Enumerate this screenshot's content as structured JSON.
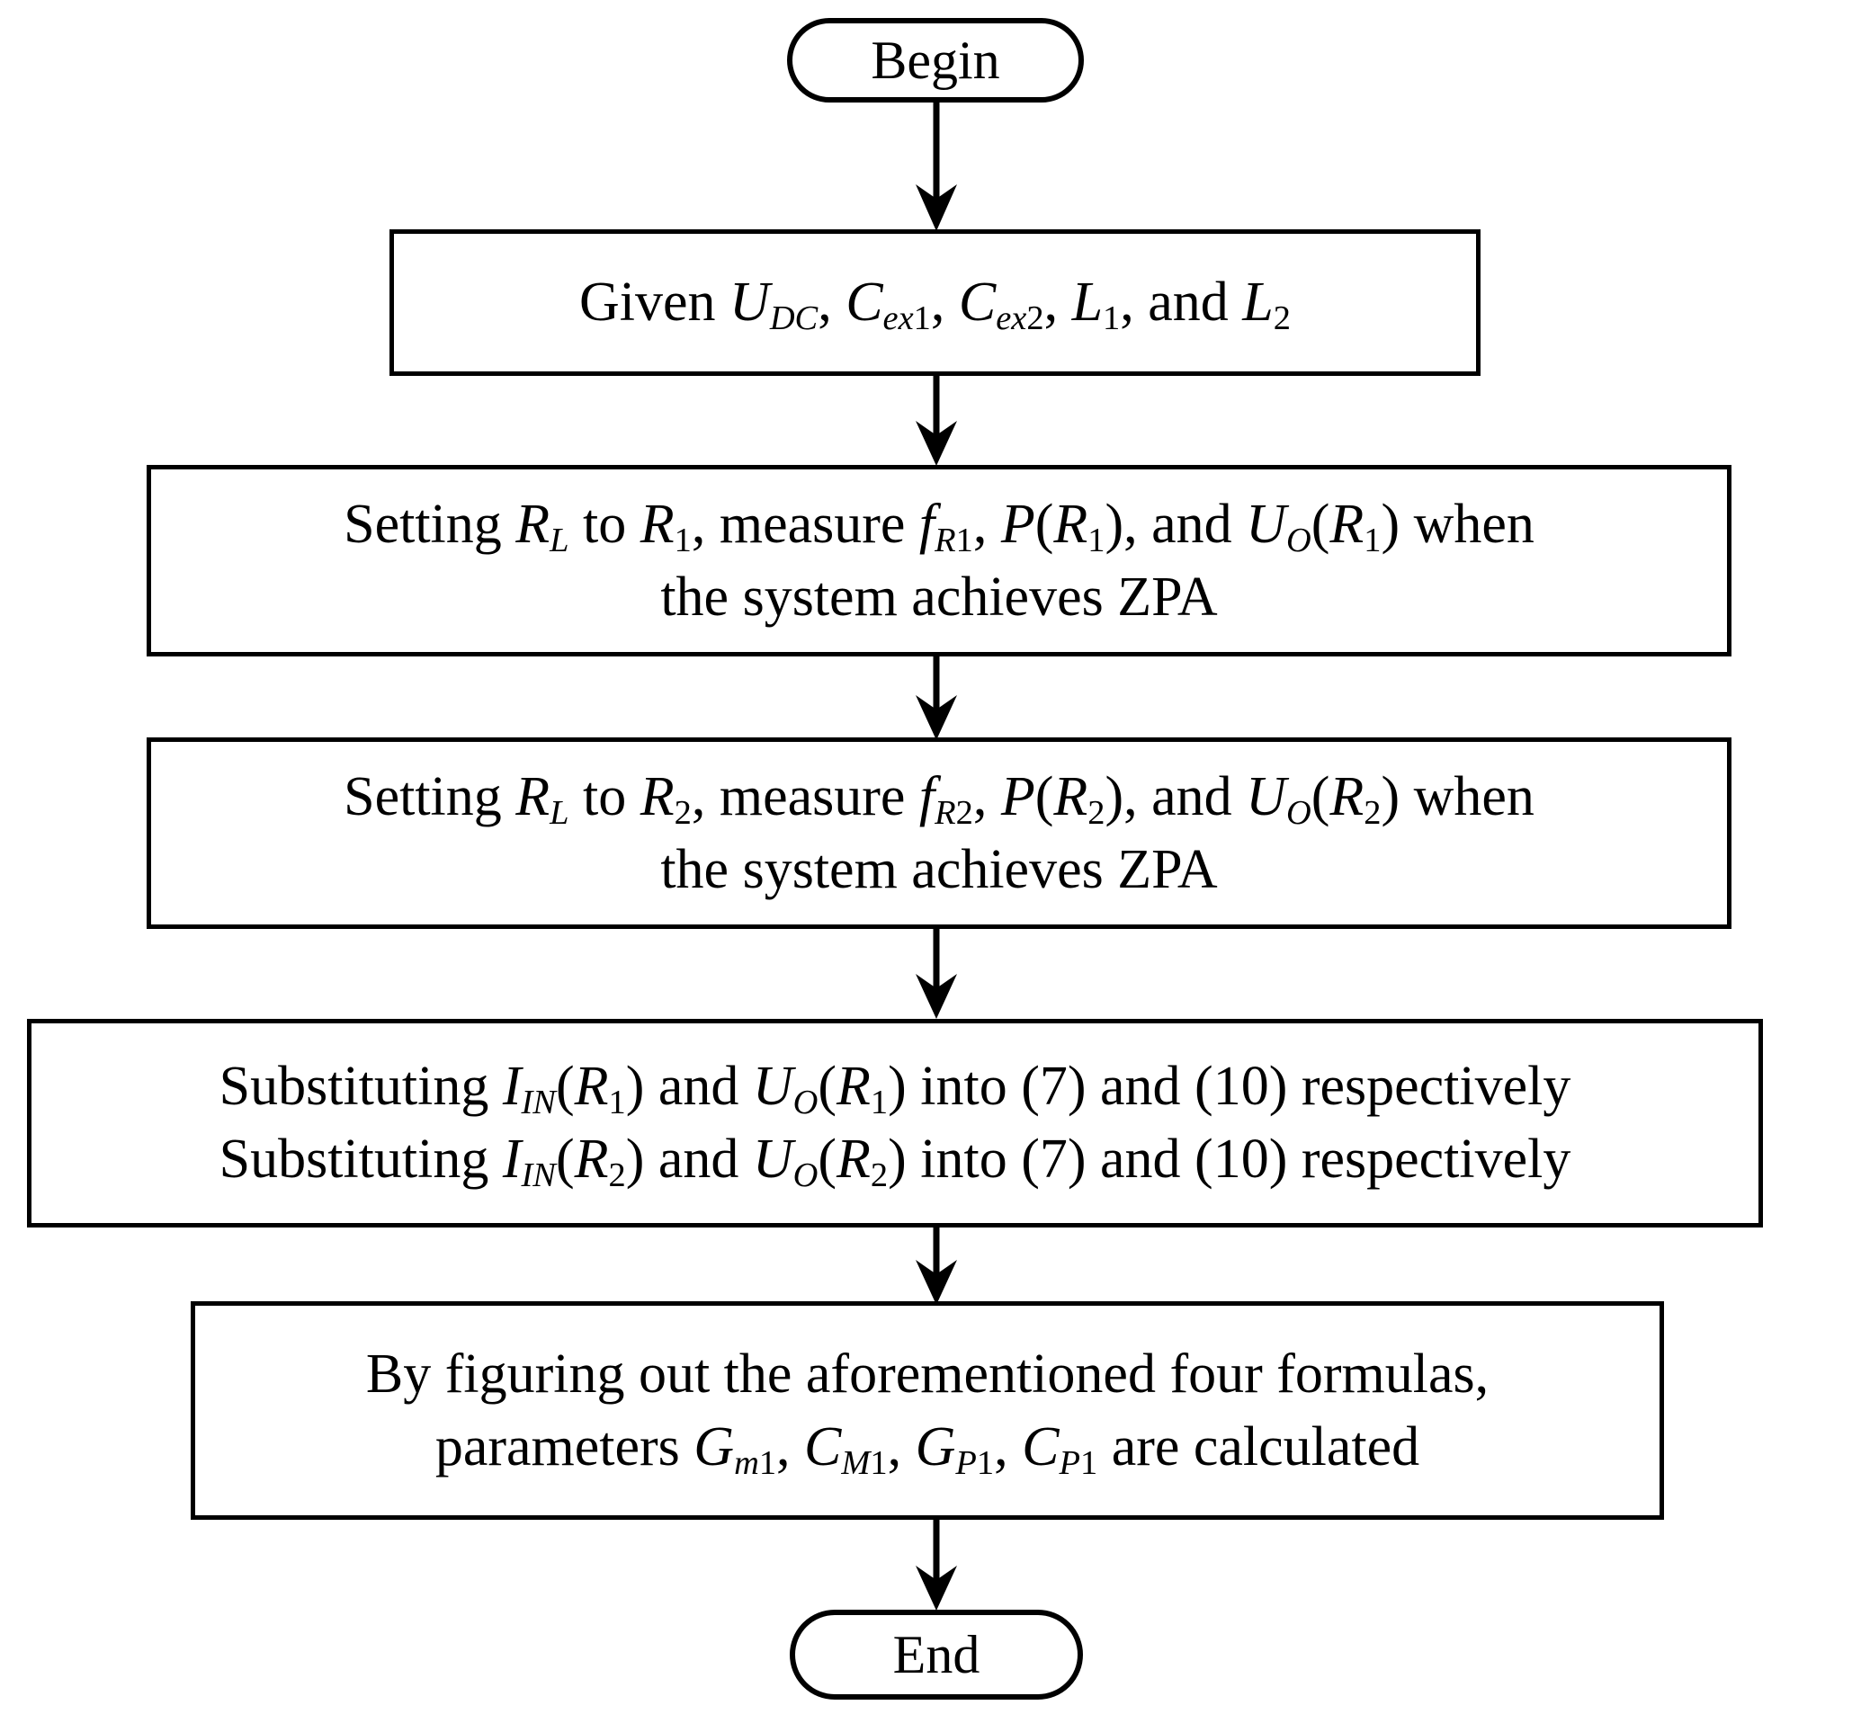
{
  "diagram": {
    "title": "Parameter identification procedure flowchart",
    "type": "flowchart",
    "background_color": "#ffffff",
    "line_color": "#000000",
    "nodes": [
      {
        "id": "begin",
        "shape": "terminator",
        "label": "Begin"
      },
      {
        "id": "given",
        "shape": "process",
        "label": "Given U_DC, C_ex1, C_ex2, L_1, and L_2",
        "html": "Given <i class=\"v\">U</i><sub class=\"it\">DC</sub>, <i class=\"v\">C</i><sub class=\"it\">ex</sub><sub>1</sub>, <i class=\"v\">C</i><sub class=\"it\">ex</sub><sub>2</sub>, <i class=\"v\">L</i><sub>1</sub>, and <i class=\"v\">L</i><sub>2</sub>"
      },
      {
        "id": "measure-r1",
        "shape": "process",
        "label": "Setting R_L to R_1, measure f_R1, P(R_1), and U_O(R_1) when the system achieves ZPA",
        "html": "Setting <i class=\"v\">R</i><sub class=\"it\">L</sub> to <i class=\"v\">R</i><sub>1</sub>, measure <i class=\"v\">f</i><sub class=\"it\">R</sub><sub>1</sub>, <i class=\"v\">P</i>(<i class=\"v\">R</i><sub>1</sub>), and <i class=\"v\">U</i><sub class=\"it\">O</sub>(<i class=\"v\">R</i><sub>1</sub>) when<br>the system achieves ZPA"
      },
      {
        "id": "measure-r2",
        "shape": "process",
        "label": "Setting R_L to R_2, measure f_R2, P(R_2), and U_O(R_2) when the system achieves ZPA",
        "html": "Setting <i class=\"v\">R</i><sub class=\"it\">L</sub> to <i class=\"v\">R</i><sub>2</sub>, measure <i class=\"v\">f</i><sub class=\"it\">R</sub><sub>2</sub>, <i class=\"v\">P</i>(<i class=\"v\">R</i><sub>2</sub>), and <i class=\"v\">U</i><sub class=\"it\">O</sub>(<i class=\"v\">R</i><sub>2</sub>) when<br>the system achieves ZPA"
      },
      {
        "id": "substitute",
        "shape": "process",
        "label": "Substituting I_IN(R_1) and U_O(R_1) into (7) and (10) respectively Substituting I_IN(R_2) and U_O(R_2) into (7) and (10) respectively",
        "html": "Substituting <i class=\"v\">I</i><sub class=\"it\">IN</sub>(<i class=\"v\">R</i><sub>1</sub>) and <i class=\"v\">U</i><sub class=\"it\">O</sub>(<i class=\"v\">R</i><sub>1</sub>) into (7) and (10) respectively<br>Substituting <i class=\"v\">I</i><sub class=\"it\">IN</sub>(<i class=\"v\">R</i><sub>2</sub>) and <i class=\"v\">U</i><sub class=\"it\">O</sub>(<i class=\"v\">R</i><sub>2</sub>) into (7) and (10) respectively"
      },
      {
        "id": "calculate",
        "shape": "process",
        "label": "By figuring out the aforementioned four formulas, parameters G_m1, C_M1, G_P1, C_P1 are calculated",
        "html": "By figuring out the aforementioned four formulas,<br>parameters <i class=\"v\">G</i><sub class=\"it\">m</sub><sub>1</sub>, <i class=\"v\">C</i><sub class=\"it\">M</sub><sub>1</sub>, <i class=\"v\">G</i><sub class=\"it\">P</sub><sub>1</sub>, <i class=\"v\">C</i><sub class=\"it\">P</sub><sub>1</sub> are calculated"
      },
      {
        "id": "end",
        "shape": "terminator",
        "label": "End"
      }
    ],
    "edges": [
      {
        "id": "e1",
        "from": "begin",
        "to": "given",
        "style": "solid-arrow"
      },
      {
        "id": "e2",
        "from": "given",
        "to": "measure-r1",
        "style": "solid-arrow"
      },
      {
        "id": "e3",
        "from": "measure-r1",
        "to": "measure-r2",
        "style": "solid-arrow"
      },
      {
        "id": "e4",
        "from": "measure-r2",
        "to": "substitute",
        "style": "solid-arrow"
      },
      {
        "id": "e5",
        "from": "substitute",
        "to": "calculate",
        "style": "solid-arrow"
      },
      {
        "id": "e6",
        "from": "calculate",
        "to": "end",
        "style": "solid-arrow"
      }
    ]
  }
}
